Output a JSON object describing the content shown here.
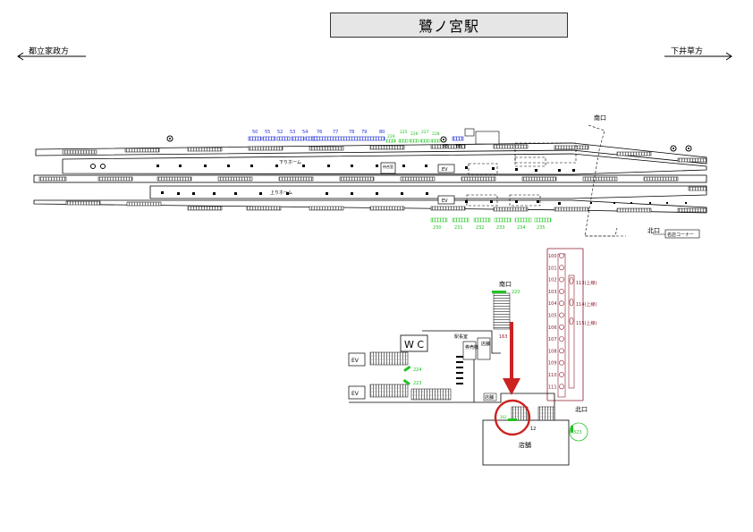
{
  "title": "鷺ノ宮駅",
  "direction_left": "都立家政方",
  "direction_right": "下井草方",
  "platform": {
    "south_exit": "南口",
    "north_exit": "北口",
    "down_platform": "下りホーム",
    "up_platform": "上りホーム",
    "waiting_room": "待合室",
    "ev": "EV",
    "shop_corner": "名店コーナー",
    "blue_numbers": [
      "50",
      "55",
      "52",
      "53",
      "54",
      "76",
      "77",
      "78",
      "79",
      "80"
    ],
    "green_top_numbers": [
      "229",
      "225",
      "226",
      "227",
      "228"
    ],
    "small_numbers": [
      "65",
      "66"
    ],
    "green_bottom_numbers": [
      "230",
      "231",
      "232",
      "233",
      "234",
      "235"
    ]
  },
  "concourse": {
    "south_exit": "南口",
    "north_exit": "北口",
    "wc": "W C",
    "station_master": "駅長室",
    "ticket_office": "券売機",
    "shop_small": "店舗",
    "shop_small2": "店舗",
    "shop_main": "店舗",
    "ev1": "EV",
    "ev2": "EV",
    "num_163": "163",
    "num_220": "220",
    "num_224": "224",
    "num_223": "223",
    "num_12": "12",
    "num_323": "323",
    "num_302": "302"
  },
  "right_column": {
    "numbers": [
      "100",
      "101",
      "102",
      "103",
      "104",
      "105",
      "106",
      "107",
      "108",
      "109",
      "110",
      "111"
    ],
    "notes": [
      "113(上線)",
      "114(上線)",
      "115(上線)"
    ]
  },
  "colors": {
    "blue": "#1f2fd6",
    "green": "#22c322",
    "maroon": "#8a1a2a",
    "red_arrow": "#cc2222"
  }
}
